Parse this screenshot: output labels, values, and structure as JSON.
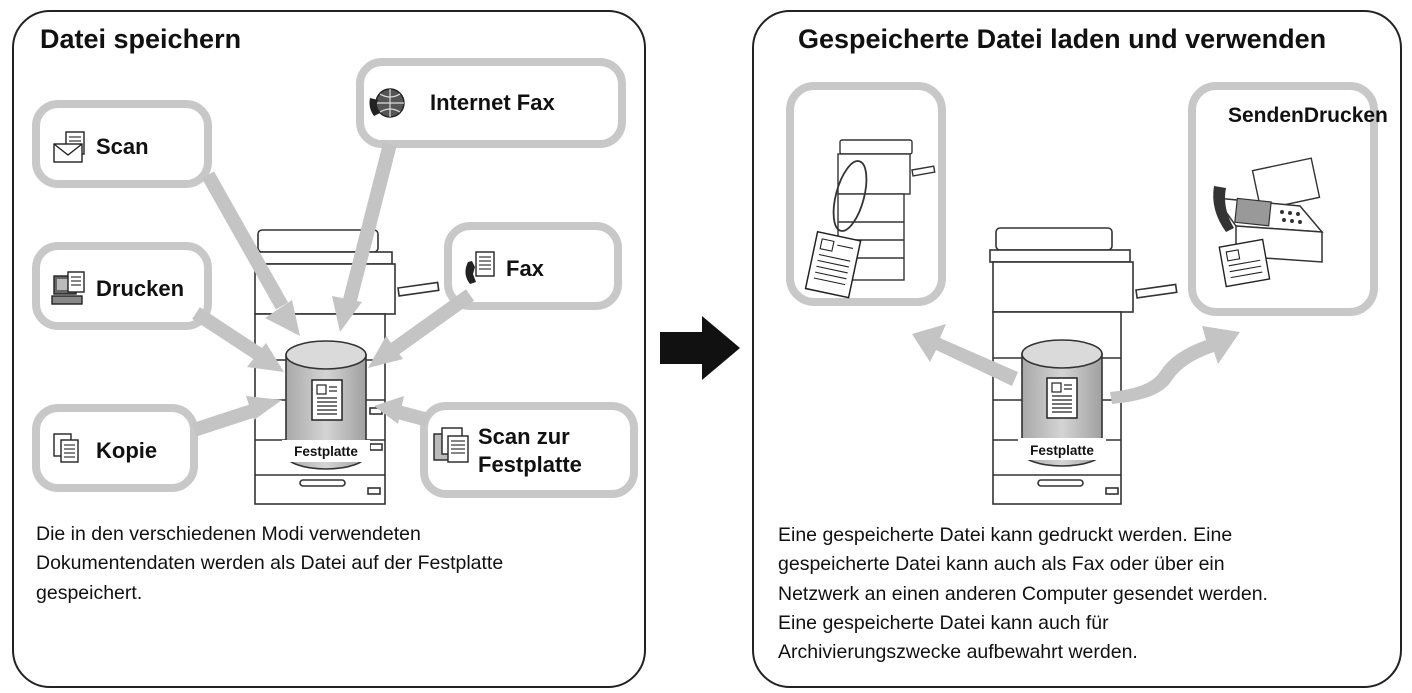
{
  "left_panel": {
    "title": "Datei speichern",
    "sources": {
      "scan": "Scan",
      "internet_fax": "Internet Fax",
      "drucken": "Drucken",
      "fax": "Fax",
      "kopie": "Kopie",
      "scan_festplatte_line1": "Scan zur",
      "scan_festplatte_line2": "Festplatte"
    },
    "disk_label": "Festplatte",
    "description_lines": [
      "Die in den verschiedenen Modi verwendeten",
      "Dokumentendaten werden als Datei auf der Festplatte",
      "gespeichert."
    ]
  },
  "right_panel": {
    "title": "Gespeicherte Datei laden und verwenden",
    "senden_drucken": "SendenDrucken",
    "disk_label": "Festplatte",
    "description_lines": [
      "Eine gespeicherte Datei kann gedruckt werden. Eine",
      "gespeicherte Datei kann auch als Fax oder über ein",
      "Netzwerk an einen anderen Computer gesendet werden.",
      "Eine gespeicherte Datei kann auch für",
      "Archivierungszwecke aufbewahrt werden."
    ]
  },
  "icons": [
    "envelope-scan-icon",
    "globe-phone-icon",
    "computer-print-icon",
    "fax-phone-icon",
    "copy-pages-icon",
    "scan-pages-icon",
    "document-icon",
    "printer-output-icon",
    "fax-machine-icon"
  ],
  "colors": {
    "box_stroke": "#c8c8c8",
    "arrow": "#c4c4c4",
    "frame": "#222222",
    "cylinder": "#bdbdbd"
  }
}
